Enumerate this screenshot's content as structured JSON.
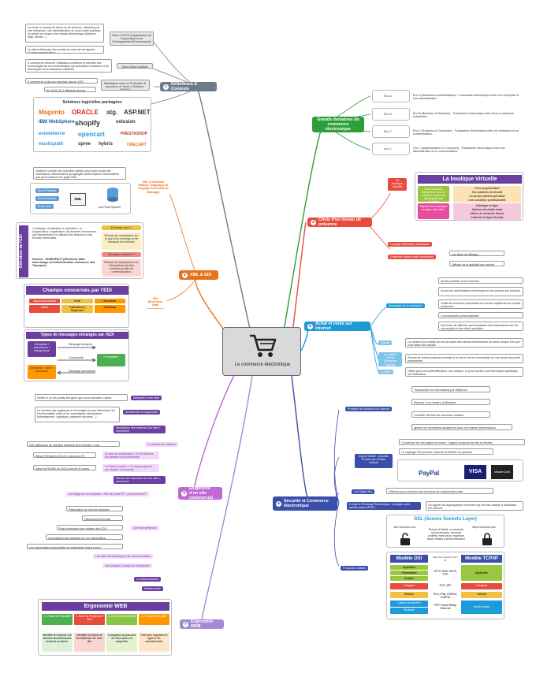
{
  "center": {
    "title": "Le commerce électronique",
    "icon": "shopping-cart-icon"
  },
  "branches": {
    "definitions": {
      "number": "1",
      "label": "Définitions & Contexte",
      "color": "#6e7b8b",
      "defs": [
        {
          "text": "La vente ou l'achat de biens ou de services, effectués par une entreprise, une administration ou toute entité publique ou privée au moyen d'un réseau électronique (Internet, Wap, Minitel…)",
          "source": "Selon l'OCDE (Organisation de Coopération et de Développement Économiques)"
        },
        {
          "text": "Le client effectuant des achats sur internet est appelé : (Cyberconsommateur)",
          "source": ""
        },
        {
          "text": "E-commerce recouvre l'utilisation combinée et ultimale des technologies de la communication qui permettent d'assurer et de développer les transactions d'affaires.",
          "source": "Selon Marc Langlois"
        },
        {
          "text": "E-commerce a fait ses premiers pas en 1997",
          "source": "Statistiques selon la Fédération E-commerce et Vente à Distance : (FEVAD)"
        },
        {
          "text": "En 2015, 51,1 Milliards d'euros",
          "source": ""
        }
      ],
      "solutions": {
        "title": "Solutions logicielles packagées",
        "logos": [
          "Magento",
          "ORACLE",
          "atg.",
          "ASP.NET",
          "IBM WebSphere",
          "shopify",
          "volusion",
          "ecommerce",
          "opencart",
          "PRESTASHOP",
          "elasticpath",
          "spree",
          "hybris",
          "ONECART"
        ]
      }
    },
    "xml_edi": {
      "number": "2",
      "label": "XML & EDI",
      "color": "#e8711a",
      "xml": {
        "label": "XML (eXtensible Markup Language) ou Langage Extensible de Balisage)",
        "description": "Destiné à colorier de nouvelles balises pour isoler toutes les informations élémentaires qu'agrégats d'informations élémentaires que peut contenir une page Web.",
        "diagram": {
          "left_top": "Envoi Requete",
          "left_mid": "Envoi Requete",
          "left_bottom": "Envoi XML",
          "center": "XML",
          "right": "par Parra System"
        }
      },
      "edi": {
        "label": "EDI (Electronic Data Interchange)",
        "definition_title": "Définition de l'EDI",
        "definition": "L'échange, d'ordinateur à ordinateur, ou d'application à application, de données structurées (de transactions) en utilisant des réseaux et des formats normalisés.",
        "what_q": "Echanger quoi ?",
        "what_a": "Réseau de messagerie sur le plan d'un échange et de transport de données",
        "how_q": "Echanger comment ?",
        "how_a": "Réseau de transporteur les informations via des modèles prédits de communication.",
        "norm": "Normes : UN/EDIFACT (Electronic Data Interchange for Administration Commerce and Transport)",
        "fields_title": "Champs concernés par l'EDI",
        "fields": [
          "Approvisionnement",
          "Vente",
          "Assurance",
          "Santé",
          "Facturation & Règlement",
          "Statistique"
        ],
        "messages_title": "Types de messages échangés par l'EDI",
        "msg_left": "Entreprise / fournisseur / transporteur",
        "msg_right": "Fournisseur",
        "msg_bottom_left": "Entreprise / client / assureurs",
        "msg_top_arrow": "Message transport",
        "msg_mid_arrow": "Commande",
        "msg_bottom_arrow": "Message commercial"
      }
    },
    "exigences": {
      "number": "3",
      "label": "Exigences d'un site commercial",
      "color": "#c06ad6",
      "items": [
        {
          "label": "Interpeller votre cible",
          "note": "Définir le ou les profils des gens que vous souhaitez capter."
        },
        {
          "label": "Architecture et ergonomie",
          "note": "La fonction des exigences et de budget se peut déterminer les fonctionnalités utiles et les prestataires nécessaires (hébergement, logistique, paiement sécurisé…)"
        },
        {
          "label": "Stimulation des revenus d'un site e-commerce",
          "note": ""
        },
        {
          "label": "Le nombre de visiteurs",
          "note": "200 visites/jour de manière régulière peut prendre > 1an"
        },
        {
          "label": "Le taux de conversion = % de visiteurs qui passent une commande",
          "note": "Selon l'FEVAD en 2013 Le taux est 2%"
        },
        {
          "label": "Le Panier moyen = CA moyen généré par chaque commande",
          "note": "Selon la FEVAD en 2013 il est de 91 euros"
        },
        {
          "label": "Estimer les dépenses de son site e-commerce",
          "note": ""
        },
        {
          "label": "La marge sur les produits = Prix de vente HT - prix d'achat HT",
          "note": ""
        },
        {
          "label": "Les frais généraux",
          "note": ""
        },
        {
          "label": "Réservation du nom de domaine",
          "note": ""
        },
        {
          "label": "Hébergement du site",
          "note": ""
        },
        {
          "label": "Frais juridiques pour rédiger des CGV",
          "note": ""
        },
        {
          "label": "Commission des banques sur les transactions",
          "note": ""
        },
        {
          "label": "Les interventions ponctuelles du webmaster (mise à jour)",
          "note": ""
        },
        {
          "label": "Les frais de marketing et de communication",
          "note": ""
        },
        {
          "label": "Les charges et taxes de l'entreprise",
          "note": ""
        },
        {
          "label": "Le référencement",
          "note": ""
        },
        {
          "label": "Maintenance",
          "note": ""
        }
      ]
    },
    "ergonomie": {
      "number": "7",
      "label": "Ergonomie WEB",
      "color": "#a48ad6",
      "title": "Ergonomie WEB",
      "cols": [
        {
          "head": "1- L'étude de faisabilité",
          "body": "Identifier le contexte, les besoins des internautes avant de se lancer.",
          "color": "#4caf50"
        },
        {
          "head": "2- Audit de l'ergonomie Web",
          "body": "Identifier les forces et les faiblesses de votre site",
          "color": "#e84c3d"
        },
        {
          "head": "3- L'étude conceptuelle",
          "body": "Conception du parcours de votre acteur et maquettes",
          "color": "#8bc34a"
        },
        {
          "head": "4- L'enquête en ligne",
          "body": "Faire des enquêtes en ligne et les questionnaires",
          "color": "#ff9800"
        }
      ]
    },
    "grands_domaines": {
      "number": "",
      "label": "Grands domaines du commerce électronique",
      "color": "#2e9e3a",
      "items": [
        {
          "code": "B to A",
          "label": "B to A (Business to Administration) : Transaction électronique entre une entreprise et une administration."
        },
        {
          "code": "B to B",
          "label": "B to B (Business to Business) : Transaction électronique entre deux ou plusieurs entreprises."
        },
        {
          "code": "B to C",
          "label": "B to C (Business to Consumer) : Transaction électronique entre une entreprise et un consommateur."
        },
        {
          "code": "A to C",
          "label": "A to C (Administration To Consumer) : Transaction électronique entre une administration et un consommateur."
        }
      ]
    },
    "presence": {
      "number": "4",
      "label": "Choix d'un niveau de présence",
      "color": "#e84c3d",
      "boutique_title": "La boutique Virtuelle",
      "boutique_branch": "La boutique Virtuelle",
      "left_top": "Vous certaines entreprises c'est un meilleur moyen de développer site rentable",
      "right_top": [
        "De la programmation",
        "Des systèmes de sécurité",
        "Un service clientèle spécialisé",
        "Une conception professionnelle"
      ],
      "left_bottom": "Rapide avec boutique en ligne, site offre :",
      "right_bottom": [
        "Catalogue en ligne",
        "Système de caddie virtuel",
        "Moteur de recherche interne",
        "Paiement en ligne sécurisé"
      ],
      "page_info": "La page informative publicitaire",
      "internet": "L'Internet comme outil commercial",
      "internet_items": [
        "Les listes de diffusion",
        "Diffuser de la publicité par courriel"
      ]
    },
    "achat": {
      "number": "5",
      "label": "Achat et vente sur Internet",
      "color": "#1e9ad6",
      "avantages": "Avantages du e-commerce",
      "avantages_items": [
        "Achat possibles à tout moment",
        "Accès aux spécifications techniques et aux photos des produits",
        "Outils de recherche permettant de trouver rapidement le produit recherché",
        "Communautés personnalisées",
        "Des listes de diffusion qui fournissent des informations sur les nouveautés et les offres spéciales"
      ],
      "cookie": "Caddie",
      "cookie_text": "La création du compte permet la saisie des mêmes informations du client chaque fois que vous faites des achats.",
      "caddie": "Le caddie Virtuel (Shopping Basket)",
      "caddie_text": "Permet de choisir plusieurs produits à la fois et de les commander en une seule fois plutôt séparément.",
      "cookies": "Cookies",
      "cookies_text": "Utilisé pour son authentification, une session, et pour stocker une information spécifique sur l'utilisateur."
    },
    "securite": {
      "number": "6",
      "label": "Sécurité et Commerce électronique",
      "color": "#3a4fa8",
      "proteger": "Protéger les données sur Internet",
      "proteger_items": [
        "Transmettre les informations par téléphone",
        "Recourir à un numéro d'utilisateur",
        "Contrôler l'arrivée de nouveaux cookies",
        "Ignorer les inventaires dangereux dans une masse d'informations"
      ],
      "argent": "Argent Virtuel : procédé E-Cash sur la base d'essai",
      "argent_items": [
        "Conversion de vrai argent en ecash : l'argent composé de bits et d'octets",
        "Le cryptage SSA permet d'assurer la fiabilité du système"
      ],
      "payments": [
        "VISA",
        "PayPal",
        "MasterCard"
      ],
      "digital": "Les Digital IDs",
      "digital_text": "Utilisées pour sécuriser des fonctions de commandite-carte",
      "email": "E-mail et l'Échange Électronique : protéger votre sphère privée (PGP)",
      "email_text": "Un logiciel de cryptographie renforcée qui est bien adapté à l'utilisation sur Internet.",
      "ssl_title": "SSL (Secure Sockets Layer)",
      "ssl_left": "http://domain.com",
      "ssl_right": "https://domain.com",
      "ssl_text": "Permet d'établir un canal de communication sécurisé (chiffré) entre deux machines après l'étape d'authentification",
      "protocoles": "Protocoles utilisés",
      "osi_title": "Modèle OSI",
      "tcp_title": "Modèle TCP/IP",
      "osi_layers": [
        "Application",
        "Présentation",
        "Session",
        "Transport",
        "Réseau",
        "Liaison de données",
        "Physique"
      ],
      "protocols_mid": [
        "HTTP, DNS, DHCP, FTP",
        "TCP, UDP",
        "IPv4, IPv6, ICMPv4, ICMPv6",
        "PPP, Frame Relay, Ethernet"
      ],
      "tcp_layers": [
        "Application",
        "Transport",
        "Internet",
        "Accès réseau"
      ],
      "mid_head": "Suite de protocole TCP / IP"
    }
  }
}
